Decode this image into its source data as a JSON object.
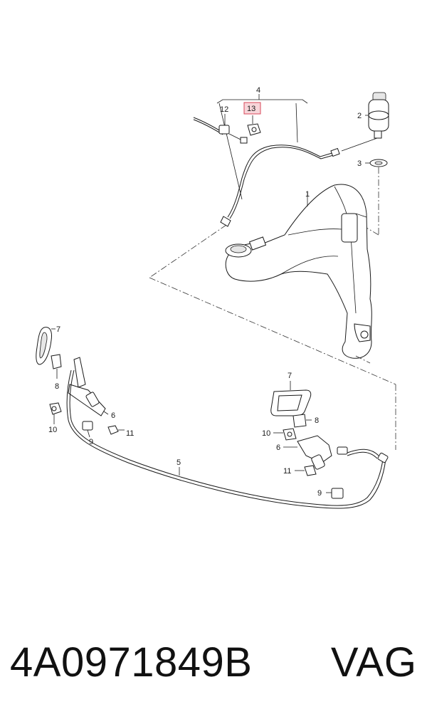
{
  "diagram": {
    "callouts": {
      "c1": "1",
      "c2": "2",
      "c3": "3",
      "c4": "4",
      "c5": "5",
      "c6_left": "6",
      "c6_right": "6",
      "c7_left": "7",
      "c7_right": "7",
      "c8_left": "8",
      "c8_right": "8",
      "c9_left": "9",
      "c9_right": "9",
      "c10_left": "10",
      "c10_right": "10",
      "c11_left": "11",
      "c11_right": "11",
      "c12": "12",
      "c13": "13"
    },
    "highlighted_callout": "13",
    "highlight_color": "#f7d5d9",
    "highlight_border": "#d9485a"
  },
  "caption": {
    "part_number": "4A0971849B",
    "brand": "VAG"
  }
}
